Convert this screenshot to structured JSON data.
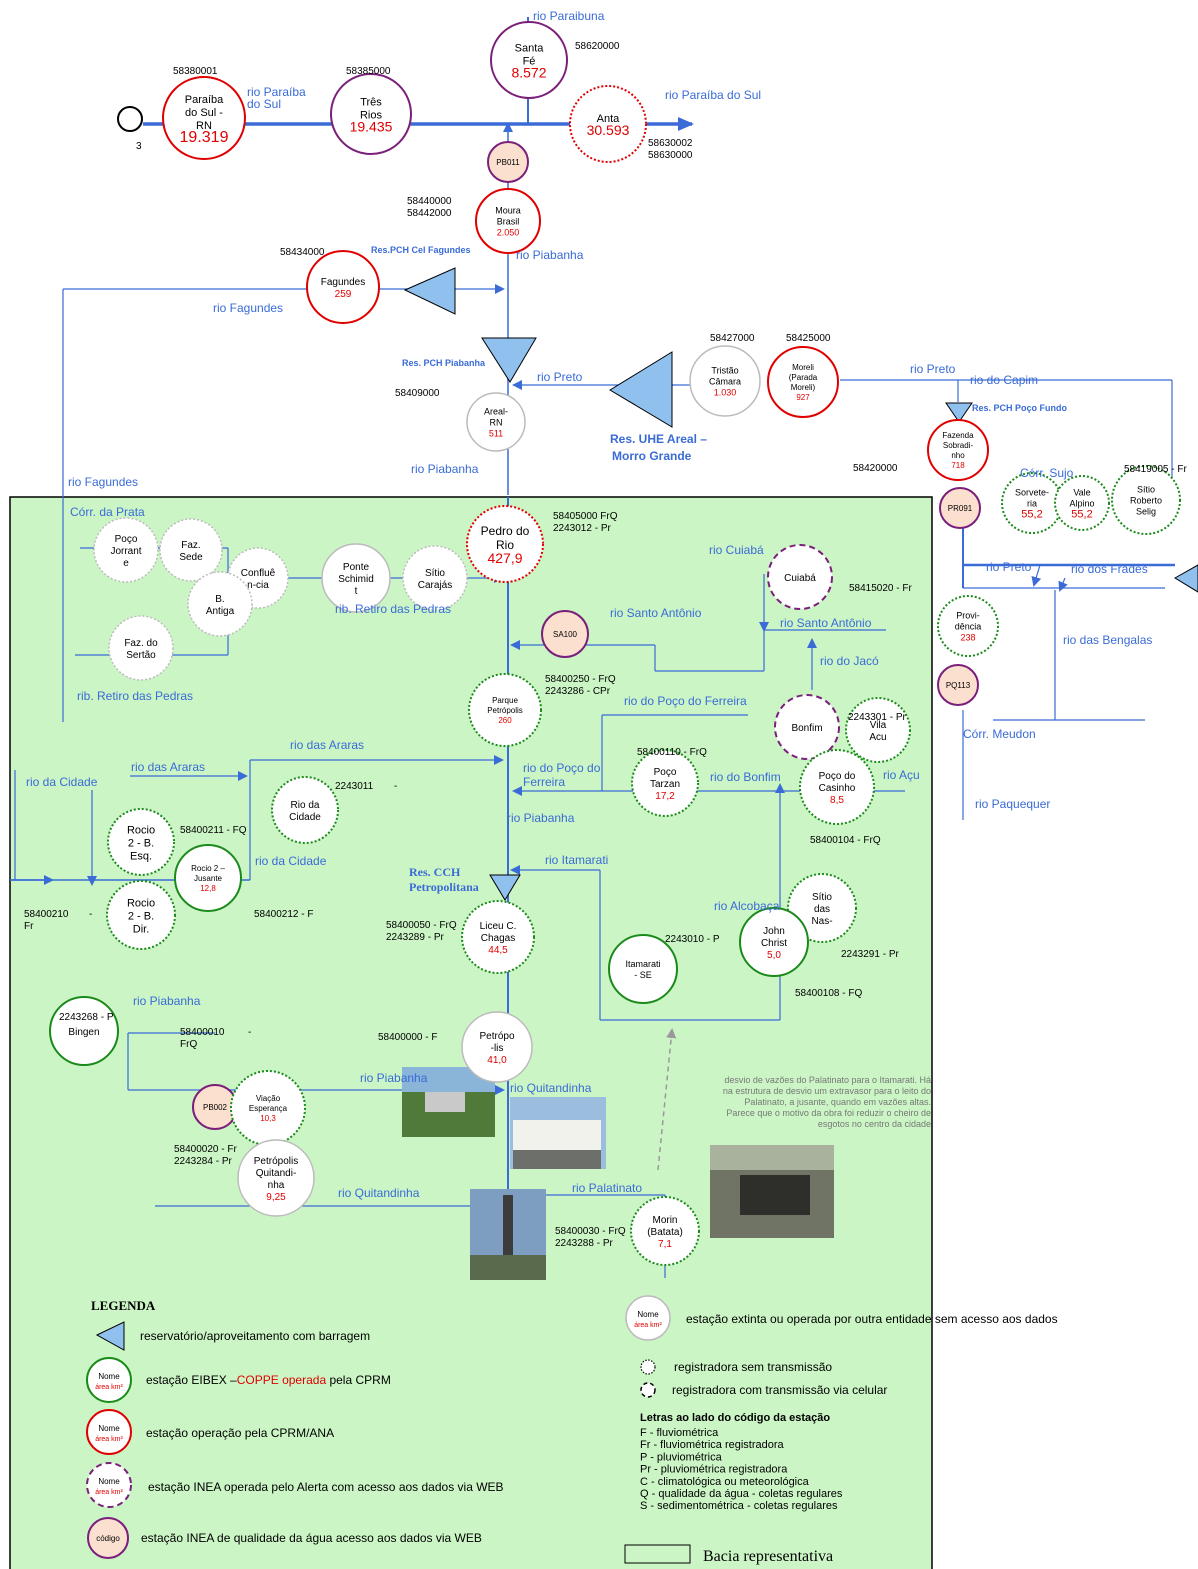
{
  "rivers": [
    {
      "id": "paraibuna",
      "text": "rio Paraibuna"
    },
    {
      "id": "ps1a",
      "text": "rio  Paraíba"
    },
    {
      "id": "ps1b",
      "text": "do Sul"
    },
    {
      "id": "ps2",
      "text": "rio Paraíba do Sul"
    },
    {
      "id": "piab1",
      "text": "rio Piabanha"
    },
    {
      "id": "fag1",
      "text": "rio Fagundes"
    },
    {
      "id": "fag2",
      "text": "rio Fagundes"
    },
    {
      "id": "preto1",
      "text": "rio Preto"
    },
    {
      "id": "preto2",
      "text": "rio Preto"
    },
    {
      "id": "capim",
      "text": "rio do Capim"
    },
    {
      "id": "piab2",
      "text": "rio Piabanha"
    },
    {
      "id": "prata",
      "text": "Córr. da Prata"
    },
    {
      "id": "retiro1",
      "text": "rib. Retiro das Pedras"
    },
    {
      "id": "retiro2",
      "text": "rib. Retiro das Pedras"
    },
    {
      "id": "cuiaba",
      "text": "rio Cuiabá"
    },
    {
      "id": "santo1",
      "text": "rio Santo Antônio"
    },
    {
      "id": "santo2",
      "text": "rio Santo Antônio"
    },
    {
      "id": "jaco",
      "text": "rio do Jacó"
    },
    {
      "id": "pocof1",
      "text": "rio do Poço do Ferreira"
    },
    {
      "id": "pocof2a",
      "text": "rio   do   Poço   do"
    },
    {
      "id": "pocof2b",
      "text": "Ferreira"
    },
    {
      "id": "bonfim",
      "text": "rio do Bonfim"
    },
    {
      "id": "acu",
      "text": "rio Açu"
    },
    {
      "id": "araras1",
      "text": "rio das Araras"
    },
    {
      "id": "araras2",
      "text": "rio das Araras"
    },
    {
      "id": "cidade1",
      "text": "rio da Cidade"
    },
    {
      "id": "cidade2",
      "text": "rio da Cidade"
    },
    {
      "id": "piab3",
      "text": "rio Piabanha"
    },
    {
      "id": "itamarati",
      "text": "rio Itamarati"
    },
    {
      "id": "alcobaca",
      "text": "rio Alcobaça"
    },
    {
      "id": "piab4",
      "text": "rio Piabanha"
    },
    {
      "id": "piab5",
      "text": "rio Piabanha"
    },
    {
      "id": "quit1",
      "text": "rio Quitandinha"
    },
    {
      "id": "quit2",
      "text": "rio Quitandinha"
    },
    {
      "id": "palat",
      "text": "rio Palatinato"
    },
    {
      "id": "sujo",
      "text": "Córr. Sujo"
    },
    {
      "id": "preto3",
      "text": "rio Preto"
    },
    {
      "id": "frades",
      "text": "rio dos Frades"
    },
    {
      "id": "bengalas",
      "text": "rio das Bengalas"
    },
    {
      "id": "meudon",
      "text": "Córr. Meudon"
    },
    {
      "id": "paquequer",
      "text": "rio Paquequer"
    }
  ],
  "reservoirs": [
    {
      "id": "cel",
      "text": "Res.PCH Cel Fagundes"
    },
    {
      "id": "piab",
      "text": "Res. PCH Piabanha"
    },
    {
      "id": "areal1",
      "text": "Res. UHE Areal –"
    },
    {
      "id": "areal2",
      "text": "Morro Grande"
    },
    {
      "id": "poco",
      "text": "Res. PCH Poço Fundo"
    },
    {
      "id": "cch1",
      "text": "Res.      CCH"
    },
    {
      "id": "cch2",
      "text": "Petropolitana"
    }
  ],
  "codes": [
    {
      "id": "c1",
      "text": "58380001"
    },
    {
      "id": "c2",
      "text": "58385000"
    },
    {
      "id": "c3",
      "text": "58620000"
    },
    {
      "id": "c4",
      "text": "58630002"
    },
    {
      "id": "c5",
      "text": "58630000"
    },
    {
      "id": "c6",
      "text": "58440000"
    },
    {
      "id": "c7",
      "text": "58442000"
    },
    {
      "id": "c8",
      "text": "58434000"
    },
    {
      "id": "c9",
      "text": "58427000"
    },
    {
      "id": "c10",
      "text": "58425000"
    },
    {
      "id": "c11",
      "text": "58409000"
    },
    {
      "id": "c12",
      "text": "58420000"
    },
    {
      "id": "c13",
      "text": "58419005 - Fr"
    },
    {
      "id": "c14",
      "text": "58405000 FrQ"
    },
    {
      "id": "c15",
      "text": "2243012 - Pr"
    },
    {
      "id": "c16",
      "text": "58415020 - Fr"
    },
    {
      "id": "c17",
      "text": "58400250 - FrQ"
    },
    {
      "id": "c18",
      "text": "2243286 - CPr"
    },
    {
      "id": "c19",
      "text": "2243301 - Pr"
    },
    {
      "id": "c20",
      "text": "58400110 - FrQ"
    },
    {
      "id": "c21",
      "text": "2243011"
    },
    {
      "id": "c22",
      "text": "-"
    },
    {
      "id": "c23",
      "text": "58400211 - FQ"
    },
    {
      "id": "c24",
      "text": "58400104 - FrQ"
    },
    {
      "id": "c25",
      "text": "58400210"
    },
    {
      "id": "c26",
      "text": "-"
    },
    {
      "id": "c27",
      "text": "Fr"
    },
    {
      "id": "c28",
      "text": "58400212 - F"
    },
    {
      "id": "c29",
      "text": "58400050 - FrQ"
    },
    {
      "id": "c30",
      "text": "2243289 - Pr"
    },
    {
      "id": "c31",
      "text": "2243010 - P"
    },
    {
      "id": "c32",
      "text": "2243291 - Pr"
    },
    {
      "id": "c33",
      "text": "58400108 - FQ"
    },
    {
      "id": "c34",
      "text": "2243268 - P"
    },
    {
      "id": "c35",
      "text": "58400010"
    },
    {
      "id": "c36",
      "text": "-"
    },
    {
      "id": "c37",
      "text": "FrQ"
    },
    {
      "id": "c38",
      "text": "58400000 - F"
    },
    {
      "id": "c39",
      "text": "58400020 - Fr"
    },
    {
      "id": "c40",
      "text": "2243284 - Pr"
    },
    {
      "id": "c41",
      "text": "58400030 - FrQ"
    },
    {
      "id": "c42",
      "text": "2243288 - Pr"
    },
    {
      "id": "c43",
      "text": "3"
    }
  ],
  "stations": [
    {
      "id": "paraiba",
      "lines": [
        "Paraíba",
        "do Sul -",
        "RN"
      ],
      "area": "19.319",
      "color": "#e00000",
      "dash": "",
      "fill": "#ffffff"
    },
    {
      "id": "tres",
      "lines": [
        "Três",
        "Rios"
      ],
      "area": "19.435",
      "color": "#7a1f7a",
      "dash": "",
      "fill": "#ffffff"
    },
    {
      "id": "santafe",
      "lines": [
        "Santa",
        "Fé"
      ],
      "area": "8.572",
      "color": "#7a1f7a",
      "dash": "",
      "fill": "#ffffff"
    },
    {
      "id": "anta",
      "lines": [
        "Anta"
      ],
      "area": "30.593",
      "color": "#e00000",
      "dash": "2,2",
      "fill": "#ffffff"
    },
    {
      "id": "pb011",
      "lines": [
        "PB011"
      ],
      "area": "",
      "color": "#7a1f7a",
      "dash": "",
      "fill": "#fbe0cf"
    },
    {
      "id": "moura",
      "lines": [
        "Moura",
        "Brasil"
      ],
      "area": "2.050",
      "color": "#e00000",
      "dash": "",
      "fill": "#ffffff"
    },
    {
      "id": "fagundes",
      "lines": [
        "Fagundes"
      ],
      "area": "259",
      "color": "#e00000",
      "dash": "",
      "fill": "#ffffff"
    },
    {
      "id": "tristao",
      "lines": [
        "Tristão",
        "Câmara"
      ],
      "area": "1.030",
      "color": "#bbbbbb",
      "dash": "",
      "fill": "#ffffff"
    },
    {
      "id": "moreli",
      "lines": [
        "Moreli",
        "(Parada",
        "Moreli)"
      ],
      "area": "927",
      "color": "#e00000",
      "dash": "",
      "fill": "#ffffff"
    },
    {
      "id": "areal",
      "lines": [
        "Areal-",
        "RN"
      ],
      "area": "511",
      "color": "#bbbbbb",
      "dash": "",
      "fill": "#ffffff"
    },
    {
      "id": "fazsob",
      "lines": [
        "Fazenda",
        "Sobradi-",
        "nho"
      ],
      "area": "718",
      "color": "#e00000",
      "dash": "",
      "fill": "#ffffff"
    },
    {
      "id": "pr091",
      "lines": [
        "PR091"
      ],
      "area": "",
      "color": "#7a1f7a",
      "dash": "",
      "fill": "#fbe0cf"
    },
    {
      "id": "sorvet",
      "lines": [
        "Sorvete-",
        "ria"
      ],
      "area": "55,2",
      "color": "#1a8a1a",
      "dash": "2,2",
      "fill": "#ffffff"
    },
    {
      "id": "valealp",
      "lines": [
        "Vale",
        "Alpino"
      ],
      "area": "55,2",
      "color": "#1a8a1a",
      "dash": "2,2",
      "fill": "#ffffff"
    },
    {
      "id": "sitiorob",
      "lines": [
        "Sítio",
        "Roberto",
        "Selig"
      ],
      "area": "",
      "color": "#1a8a1a",
      "dash": "2,2",
      "fill": "#ffffff"
    },
    {
      "id": "provid",
      "lines": [
        "Provi-",
        "dência"
      ],
      "area": "238",
      "color": "#1a8a1a",
      "dash": "2,2",
      "fill": "#ffffff"
    },
    {
      "id": "pq113",
      "lines": [
        "PQ113"
      ],
      "area": "",
      "color": "#7a1f7a",
      "dash": "",
      "fill": "#fbe0cf"
    },
    {
      "id": "pedro",
      "lines": [
        "Pedro do",
        "Rio"
      ],
      "area": "427,9",
      "color": "#e00000",
      "dash": "2,2",
      "fill": "#ffffff"
    },
    {
      "id": "poco_j",
      "lines": [
        "Poço",
        "Jorrant",
        "e"
      ],
      "area": "",
      "color": "#bbbbbb",
      "dash": "2,2",
      "fill": "#ffffff"
    },
    {
      "id": "fazsede",
      "lines": [
        "Faz.",
        "Sede"
      ],
      "area": "",
      "color": "#bbbbbb",
      "dash": "2,2",
      "fill": "#ffffff"
    },
    {
      "id": "confl",
      "lines": [
        "Confluê",
        "n-cia"
      ],
      "area": "",
      "color": "#bbbbbb",
      "dash": "2,2",
      "fill": "#ffffff"
    },
    {
      "id": "ponte",
      "lines": [
        "Ponte",
        "Schimid",
        "t"
      ],
      "area": "",
      "color": "#bbbbbb",
      "dash": "",
      "fill": "#ffffff"
    },
    {
      "id": "sitiocar",
      "lines": [
        "Sítio",
        "Carajás"
      ],
      "area": "",
      "color": "#bbbbbb",
      "dash": "2,2",
      "fill": "#ffffff"
    },
    {
      "id": "bantiga",
      "lines": [
        "B.",
        "Antiga"
      ],
      "area": "",
      "color": "#bbbbbb",
      "dash": "2,2",
      "fill": "#ffffff"
    },
    {
      "id": "fazsert",
      "lines": [
        "Faz. do",
        "Sertão"
      ],
      "area": "",
      "color": "#bbbbbb",
      "dash": "2,2",
      "fill": "#ffffff"
    },
    {
      "id": "cuiaba",
      "lines": [
        "Cuiabá"
      ],
      "area": "",
      "color": "#7a1f7a",
      "dash": "6,4",
      "fill": "#ffffff"
    },
    {
      "id": "sa100",
      "lines": [
        "SA100"
      ],
      "area": "",
      "color": "#7a1f7a",
      "dash": "",
      "fill": "#fbe0cf"
    },
    {
      "id": "parque",
      "lines": [
        "Parque",
        "Petrópolis"
      ],
      "area": "260",
      "color": "#1a8a1a",
      "dash": "2,2",
      "fill": "#ffffff"
    },
    {
      "id": "bonfim",
      "lines": [
        "Bonfim"
      ],
      "area": "",
      "color": "#7a1f7a",
      "dash": "6,4",
      "fill": "#ffffff"
    },
    {
      "id": "vila",
      "lines": [
        "Vila",
        "Acu"
      ],
      "area": "",
      "color": "#1a8a1a",
      "dash": "2,2",
      "fill": "#ffffff"
    },
    {
      "id": "pocotarzan",
      "lines": [
        "Poço",
        "Tarzan"
      ],
      "area": "17,2",
      "color": "#1a8a1a",
      "dash": "2,2",
      "fill": "#ffffff"
    },
    {
      "id": "pococas",
      "lines": [
        "Poço do",
        "Casinho"
      ],
      "area": "8,5",
      "color": "#1a8a1a",
      "dash": "2,2",
      "fill": "#ffffff"
    },
    {
      "id": "riocid",
      "lines": [
        "Rio da",
        "Cidade"
      ],
      "area": "",
      "color": "#1a8a1a",
      "dash": "2,2",
      "fill": "#ffffff"
    },
    {
      "id": "rocioe",
      "lines": [
        "Rocio",
        "2 - B.",
        "Esq."
      ],
      "area": "",
      "color": "#1a8a1a",
      "dash": "2,2",
      "fill": "#ffffff"
    },
    {
      "id": "rocioj",
      "lines": [
        "Rocio 2 –",
        "Jusante"
      ],
      "area": "12,8",
      "color": "#1a8a1a",
      "dash": "",
      "fill": "#ffffff"
    },
    {
      "id": "rociod",
      "lines": [
        "Rocio",
        "2 - B.",
        "Dir."
      ],
      "area": "",
      "color": "#1a8a1a",
      "dash": "2,2",
      "fill": "#ffffff"
    },
    {
      "id": "liceu",
      "lines": [
        "Liceu C.",
        "Chagas"
      ],
      "area": "44,5",
      "color": "#1a8a1a",
      "dash": "2,2",
      "fill": "#ffffff"
    },
    {
      "id": "sitionas",
      "lines": [
        "Sítio",
        "das",
        "Nas-"
      ],
      "area": "",
      "color": "#1a8a1a",
      "dash": "2,2",
      "fill": "#ffffff"
    },
    {
      "id": "john",
      "lines": [
        "John",
        "Christ"
      ],
      "area": "5,0",
      "color": "#1a8a1a",
      "dash": "",
      "fill": "#ffffff"
    },
    {
      "id": "itamarati",
      "lines": [
        "Itamarati",
        "- SE"
      ],
      "area": "",
      "color": "#1a8a1a",
      "dash": "",
      "fill": "#ffffff"
    },
    {
      "id": "bingen",
      "lines": [
        "Bingen"
      ],
      "area": "",
      "color": "#1a8a1a",
      "dash": "",
      "fill": "#ffffff"
    },
    {
      "id": "petropolis",
      "lines": [
        "Petrópo",
        "-lis"
      ],
      "area": "41,0",
      "color": "#bbbbbb",
      "dash": "",
      "fill": "#ffffff"
    },
    {
      "id": "pb002",
      "lines": [
        "PB002"
      ],
      "area": "",
      "color": "#7a1f7a",
      "dash": "",
      "fill": "#fbe0cf"
    },
    {
      "id": "viacao",
      "lines": [
        "Viação",
        "Esperança"
      ],
      "area": "10,3",
      "color": "#1a8a1a",
      "dash": "2,2",
      "fill": "#ffffff"
    },
    {
      "id": "petquit",
      "lines": [
        "Petrópolis",
        "Quitandi-",
        "nha"
      ],
      "area": "9,25",
      "color": "#bbbbbb",
      "dash": "",
      "fill": "#ffffff"
    },
    {
      "id": "morin",
      "lines": [
        "Morin",
        "(Batata)"
      ],
      "area": "7,1",
      "color": "#1a8a1a",
      "dash": "2,2",
      "fill": "#ffffff"
    }
  ],
  "note": [
    "desvio de vazões do Palatinato para o Itamarati. Há",
    "na estrutura de desvio um extravasor para o leito do",
    "Palatinato, a jusante, quando em vazões altas.",
    "Parece que o motivo da obra foi reduzir o cheiro de",
    "esgotos no centro da cidade"
  ],
  "legend": {
    "title": "LEGENDA",
    "reservoir": "reservatório/aproveitamento com barragem",
    "eibex_a": "estação EIBEX –",
    "eibex_b": "COPPE operada",
    "eibex_c": " pela CPRM",
    "cprm": "estação operação pela CPRM/ANA",
    "inea_web": "estação INEA operada pelo Alerta com acesso aos dados via WEB",
    "inea_q": "estação INEA de qualidade da água acesso aos dados via WEB",
    "extinct": "estação extinta ou operada por outra entidade sem acesso aos dados",
    "reg_no": "registradora sem transmissão",
    "reg_cel": "registradora com transmissão via celular",
    "sample_name": "Nome",
    "sample_area": "área km²",
    "sample_code": "código",
    "letters_title": "Letras ao lado do código da estação",
    "letters": [
      "F - fluviométrica",
      "Fr - fluviométrica registradora",
      "P - pluviométrica",
      "Pr - pluviométrica registradora",
      "C - climatológica ou meteorológica",
      "Q - qualidade da água - coletas regulares",
      "S - sedimentométrica - coletas regulares"
    ],
    "basin": "Bacia  representativa"
  },
  "colors": {
    "river": "#3a6bd6",
    "basin": "#ccf5c6",
    "cprm": "#e00000",
    "eibex": "#1a8a1a",
    "inea": "#7a1f7a",
    "extinct": "#bbbbbb",
    "reservoir": "#8fc0ee"
  }
}
